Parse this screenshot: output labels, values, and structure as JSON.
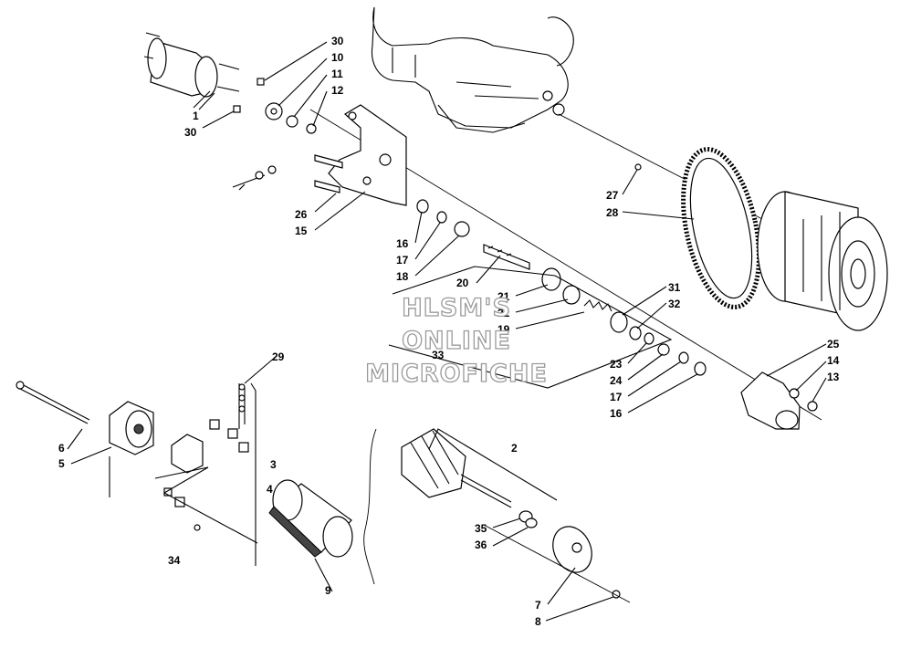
{
  "watermark": {
    "line1": "HLSM'S",
    "line2": "ONLINE",
    "line3": "MICROFICHE"
  },
  "callouts": {
    "c1": "1",
    "c2": "2",
    "c3": "3",
    "c4": "4",
    "c5": "5",
    "c6": "6",
    "c7": "7",
    "c8": "8",
    "c9": "9",
    "c10": "10",
    "c11": "11",
    "c12": "12",
    "c13": "13",
    "c14": "14",
    "c15": "15",
    "c16a": "16",
    "c16b": "16",
    "c17a": "17",
    "c17b": "17",
    "c18": "18",
    "c19": "19",
    "c20": "20",
    "c21": "21",
    "c22": "22",
    "c23": "23",
    "c24": "24",
    "c25": "25",
    "c26": "26",
    "c27": "27",
    "c28": "28",
    "c29": "29",
    "c30a": "30",
    "c30b": "30",
    "c31": "31",
    "c32": "32",
    "c33": "33",
    "c34": "34",
    "c35": "35",
    "c36": "36"
  }
}
